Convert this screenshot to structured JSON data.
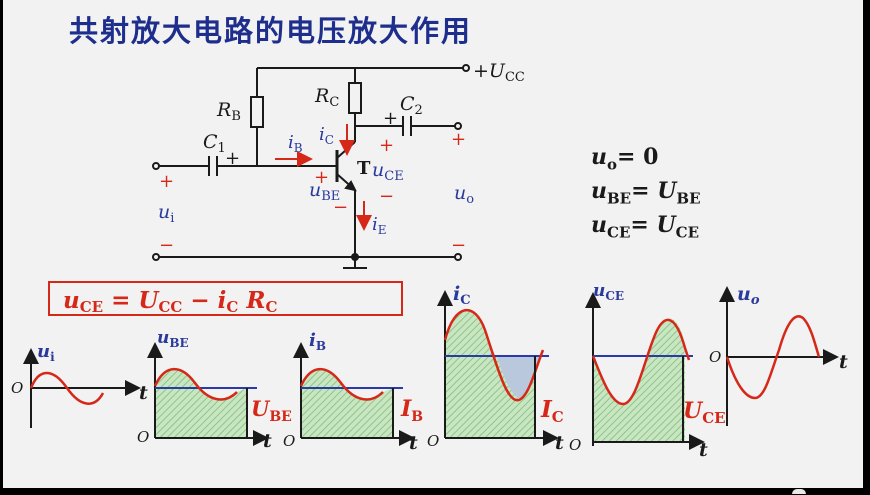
{
  "title": "共射放大电路的电压放大作用",
  "circuit": {
    "vcc": "+U",
    "vcc_sub": "CC",
    "rb": "R",
    "rb_sub": "B",
    "rc": "R",
    "rc_sub": "C",
    "c1": "C",
    "c1_sub": "1",
    "c2": "C",
    "c2_sub": "2",
    "plus": "+",
    "minus": "−",
    "ib": "i",
    "ib_sub": "B",
    "ic": "i",
    "ic_sub": "C",
    "ie": "i",
    "ie_sub": "E",
    "transistor": "T",
    "uce": "u",
    "uce_sub": "CE",
    "ube": "u",
    "ube_sub": "BE",
    "ui": "u",
    "ui_sub": "i",
    "uo": "u",
    "uo_sub": "o"
  },
  "conditions": {
    "eq1": {
      "var": "u",
      "sub": "o",
      "rest": "= 0"
    },
    "eq2": {
      "var": "u",
      "sub": "BE",
      "rest": "= U",
      "rest_sub": "BE"
    },
    "eq3": {
      "var": "u",
      "sub": "CE",
      "rest": "= U",
      "rest_sub": "CE"
    }
  },
  "formula": {
    "lhs": "u",
    "lhs_sub": "CE",
    "eq": " = ",
    "ucc": "U",
    "ucc_sub": "CC",
    "minus": " − ",
    "ic": "i",
    "ic_sub": "C",
    "rc": " R",
    "rc_sub": "C"
  },
  "graphs": {
    "origin": "O",
    "time": "t",
    "ui": {
      "axis": "u",
      "sub": "i"
    },
    "ube": {
      "axis": "u",
      "sub": "BE",
      "dc": "U",
      "dc_sub": "BE"
    },
    "ib": {
      "axis": "i",
      "sub": "B",
      "dc": "I",
      "dc_sub": "B"
    },
    "ic": {
      "axis": "i",
      "sub": "C",
      "dc": "I",
      "dc_sub": "C"
    },
    "uce": {
      "axis": "u",
      "sub": "CE",
      "dc": "U",
      "dc_sub": "CE"
    },
    "uo": {
      "axis": "u",
      "sub": "o"
    }
  },
  "colors": {
    "title": "#1e2e8c",
    "wire": "#1a1a1a",
    "current": "#d62818",
    "label_blue": "#2a3a9c",
    "plus_red": "#d62818",
    "waveform": "#d62818",
    "dc_line": "#2a3aa8",
    "hatch": "#b6ddb0",
    "neg_fill": "#b9c8dc"
  }
}
